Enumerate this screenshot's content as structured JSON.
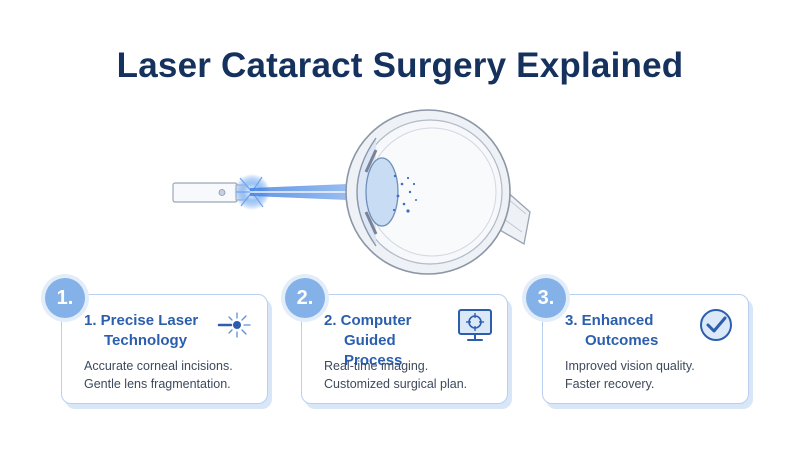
{
  "title": "Laser Cataract Surgery Explained",
  "colors": {
    "title": "#15315e",
    "accent": "#2b5fae",
    "badge": "#84b1e8",
    "card_border": "#b9cff0",
    "laser": "#4a8be8"
  },
  "steps": [
    {
      "number": "1.",
      "title_line1": "1.  Precise Laser",
      "title_line2": "Technology",
      "body_line1": "Accurate corneal incisions.",
      "body_line2": "Gentle lens fragmentation.",
      "icon": "laser-burst-icon"
    },
    {
      "number": "2.",
      "title_line1": "2.  Computer",
      "title_line2": "Guided Process",
      "body_line1": "Real-time imaging.",
      "body_line2": "Customized surgical plan.",
      "icon": "monitor-target-icon"
    },
    {
      "number": "3.",
      "title_line1": "3.  Enhanced",
      "title_line2": "Outcomes",
      "body_line1": "Improved vision quality.",
      "body_line2": "Faster recovery.",
      "icon": "check-circle-icon"
    }
  ]
}
